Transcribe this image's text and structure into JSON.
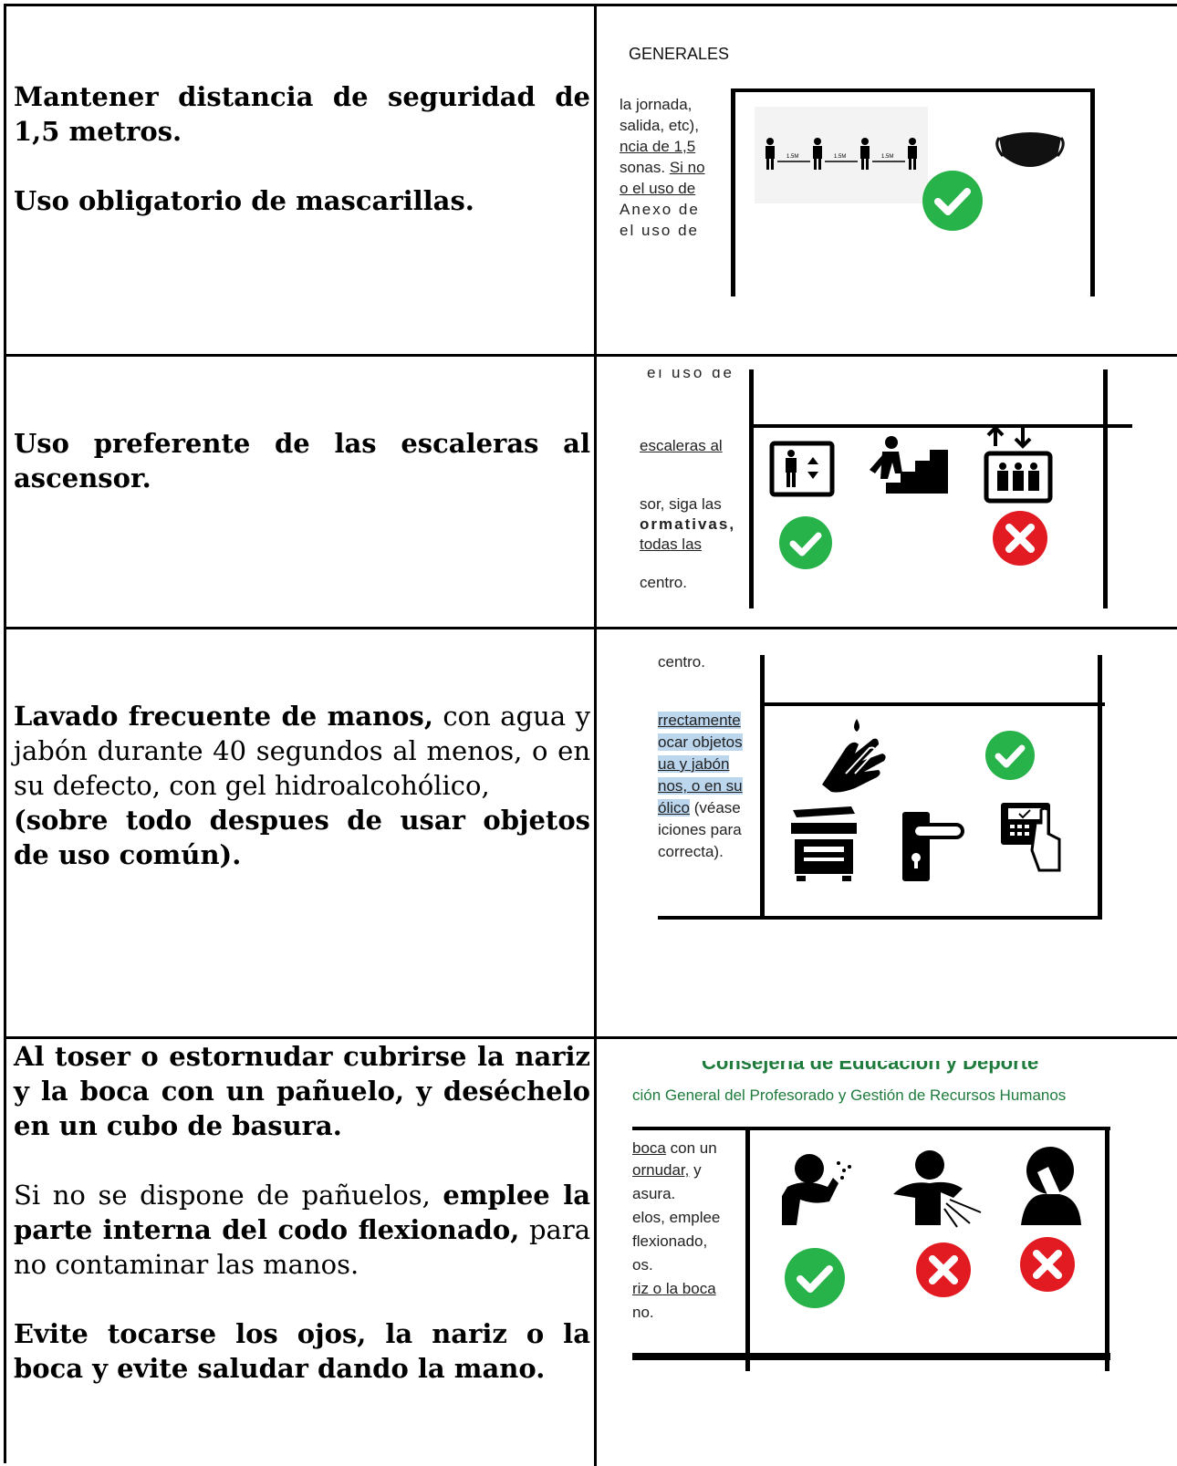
{
  "rows": [
    {
      "left": {
        "line1": "Mantener distancia de seguridad de 1,5 metros.",
        "line2": "Uso obligatorio de mascarillas."
      },
      "shot": {
        "heading": "GENERALES",
        "fragments": [
          "la jornada,",
          "salida, etc),",
          "ncia de 1,5",
          "sonas.",
          "Si no",
          "o el uso de",
          "Anexo de",
          "el uso de"
        ],
        "distance_label": "1.5M",
        "icons": [
          "people-distance-icon",
          "mask-icon",
          "check-icon"
        ]
      }
    },
    {
      "left": {
        "line1": "Uso preferente de las escaleras al ascensor."
      },
      "shot": {
        "fragments": [
          "el uso de",
          "escaleras al",
          "sor, siga las",
          "ormativas,",
          "todas las",
          "centro."
        ],
        "icons": [
          "elevator-icon",
          "stairs-icon",
          "crowded-elevator-icon",
          "check-icon",
          "cross-icon"
        ]
      }
    },
    {
      "left": {
        "bold1": "Lavado frecuente de manos,",
        "normal1": " con agua y jabón durante 40 segundos al menos, o en su defecto, con gel hidroalcohólico,",
        "bold2": "(sobre todo despues de usar objetos de uso común)."
      },
      "shot": {
        "fragments": [
          "centro.",
          "rrectamente",
          "ocar objetos",
          "ua y jabón",
          "nos, o en su",
          "ólico",
          "(véase",
          "iciones para",
          "correcta)."
        ],
        "icons": [
          "hand-washing-icon",
          "check-icon",
          "printer-icon",
          "door-handle-icon",
          "keypad-icon"
        ]
      }
    },
    {
      "left": {
        "p1": "Al toser o estornudar cubrirse la nariz y la boca con un pañuelo, y deséchelo en un cubo de basura.",
        "p2_n1": "Si no se dispone de pañuelos, ",
        "p2_b1": "emplee la parte interna del codo flexionado,",
        "p2_n2": " para no contaminar las manos.",
        "p3": "Evite tocarse los ojos, la nariz o la boca y evite saludar dando la mano."
      },
      "shot": {
        "header1": "Consejería de Educación y Deporte",
        "header2": "ción General del Profesorado y Gestión de Recursos Humanos",
        "fragments": [
          "boca",
          "con un",
          "ornudar,",
          "y",
          "asura.",
          "elos, emplee",
          "flexionado,",
          "os.",
          "riz o la boca",
          "no."
        ],
        "icons": [
          "cough-elbow-icon",
          "cough-open-icon",
          "cough-hand-icon",
          "check-icon",
          "cross-icon",
          "cross-icon"
        ]
      }
    }
  ],
  "colors": {
    "check": "#27b24a",
    "cross": "#e21b23",
    "header_green": "#1e7b3c",
    "highlight": "#bcd6ee"
  }
}
